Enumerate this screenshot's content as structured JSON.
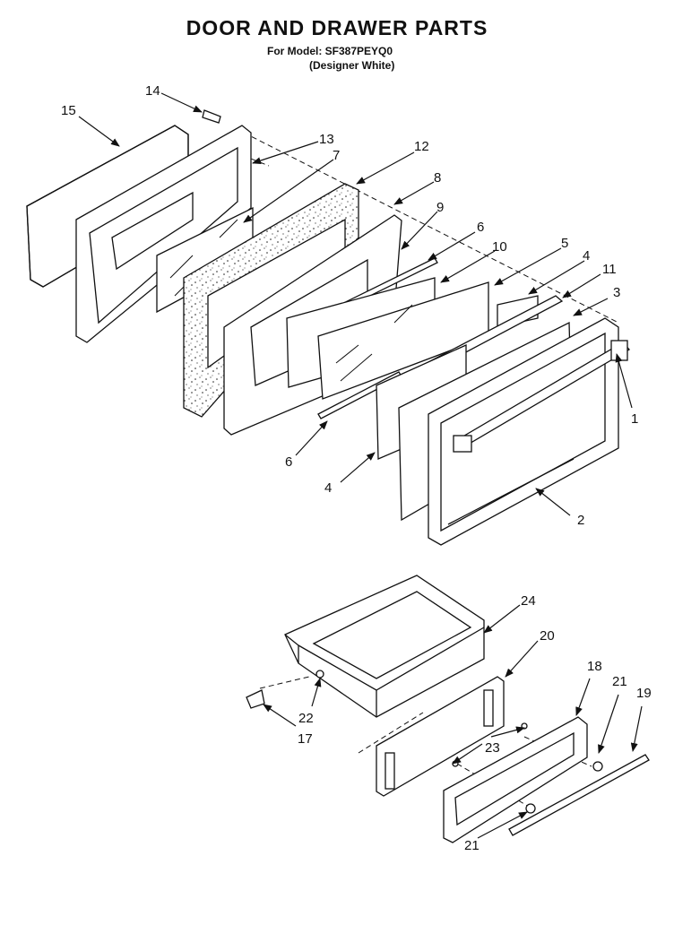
{
  "header": {
    "title": "DOOR AND DRAWER PARTS",
    "model_line": "For Model: SF387PEYQ0",
    "color_line": "(Designer White)"
  },
  "callouts": {
    "n1": "1",
    "n2": "2",
    "n3": "3",
    "n4a": "4",
    "n4b": "4",
    "n5": "5",
    "n6a": "6",
    "n6b": "6",
    "n7": "7",
    "n8": "8",
    "n9": "9",
    "n10": "10",
    "n11": "11",
    "n12": "12",
    "n13": "13",
    "n14": "14",
    "n15": "15",
    "n17": "17",
    "n18": "18",
    "n19": "19",
    "n20": "20",
    "n21a": "21",
    "n21b": "21",
    "n22": "22",
    "n23": "23",
    "n24": "24"
  }
}
